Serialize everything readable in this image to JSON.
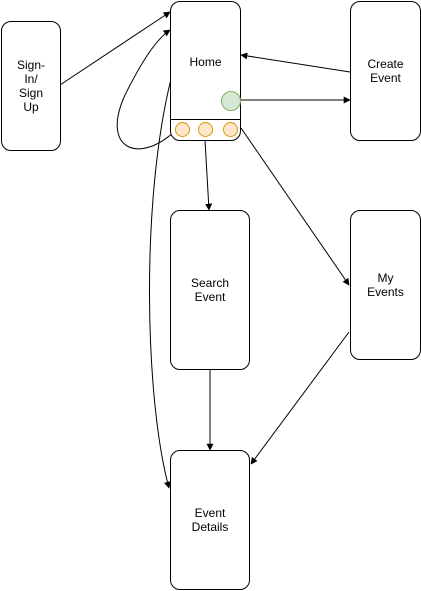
{
  "nodes": {
    "signin": {
      "label": "Sign-\nIn/\nSign\nUp"
    },
    "home": {
      "label": "Home"
    },
    "create": {
      "label": "Create\nEvent"
    },
    "search": {
      "label": "Search\nEvent"
    },
    "myevents": {
      "label": "My\nEvents"
    },
    "details": {
      "label": "Event\nDetails"
    }
  },
  "colors": {
    "nav_dot_fill": "#ffe6cc",
    "nav_dot_stroke": "#d79b00",
    "action_dot_fill": "#d5e8d4",
    "action_dot_stroke": "#82b366"
  },
  "edges": [
    {
      "from": "signin",
      "to": "home"
    },
    {
      "from": "create",
      "to": "home"
    },
    {
      "from": "home",
      "to": "create"
    },
    {
      "from": "home",
      "to": "search"
    },
    {
      "from": "home",
      "to": "myevents"
    },
    {
      "from": "home",
      "to": "details"
    },
    {
      "from": "home",
      "to": "home"
    },
    {
      "from": "search",
      "to": "details"
    },
    {
      "from": "myevents",
      "to": "details"
    }
  ]
}
